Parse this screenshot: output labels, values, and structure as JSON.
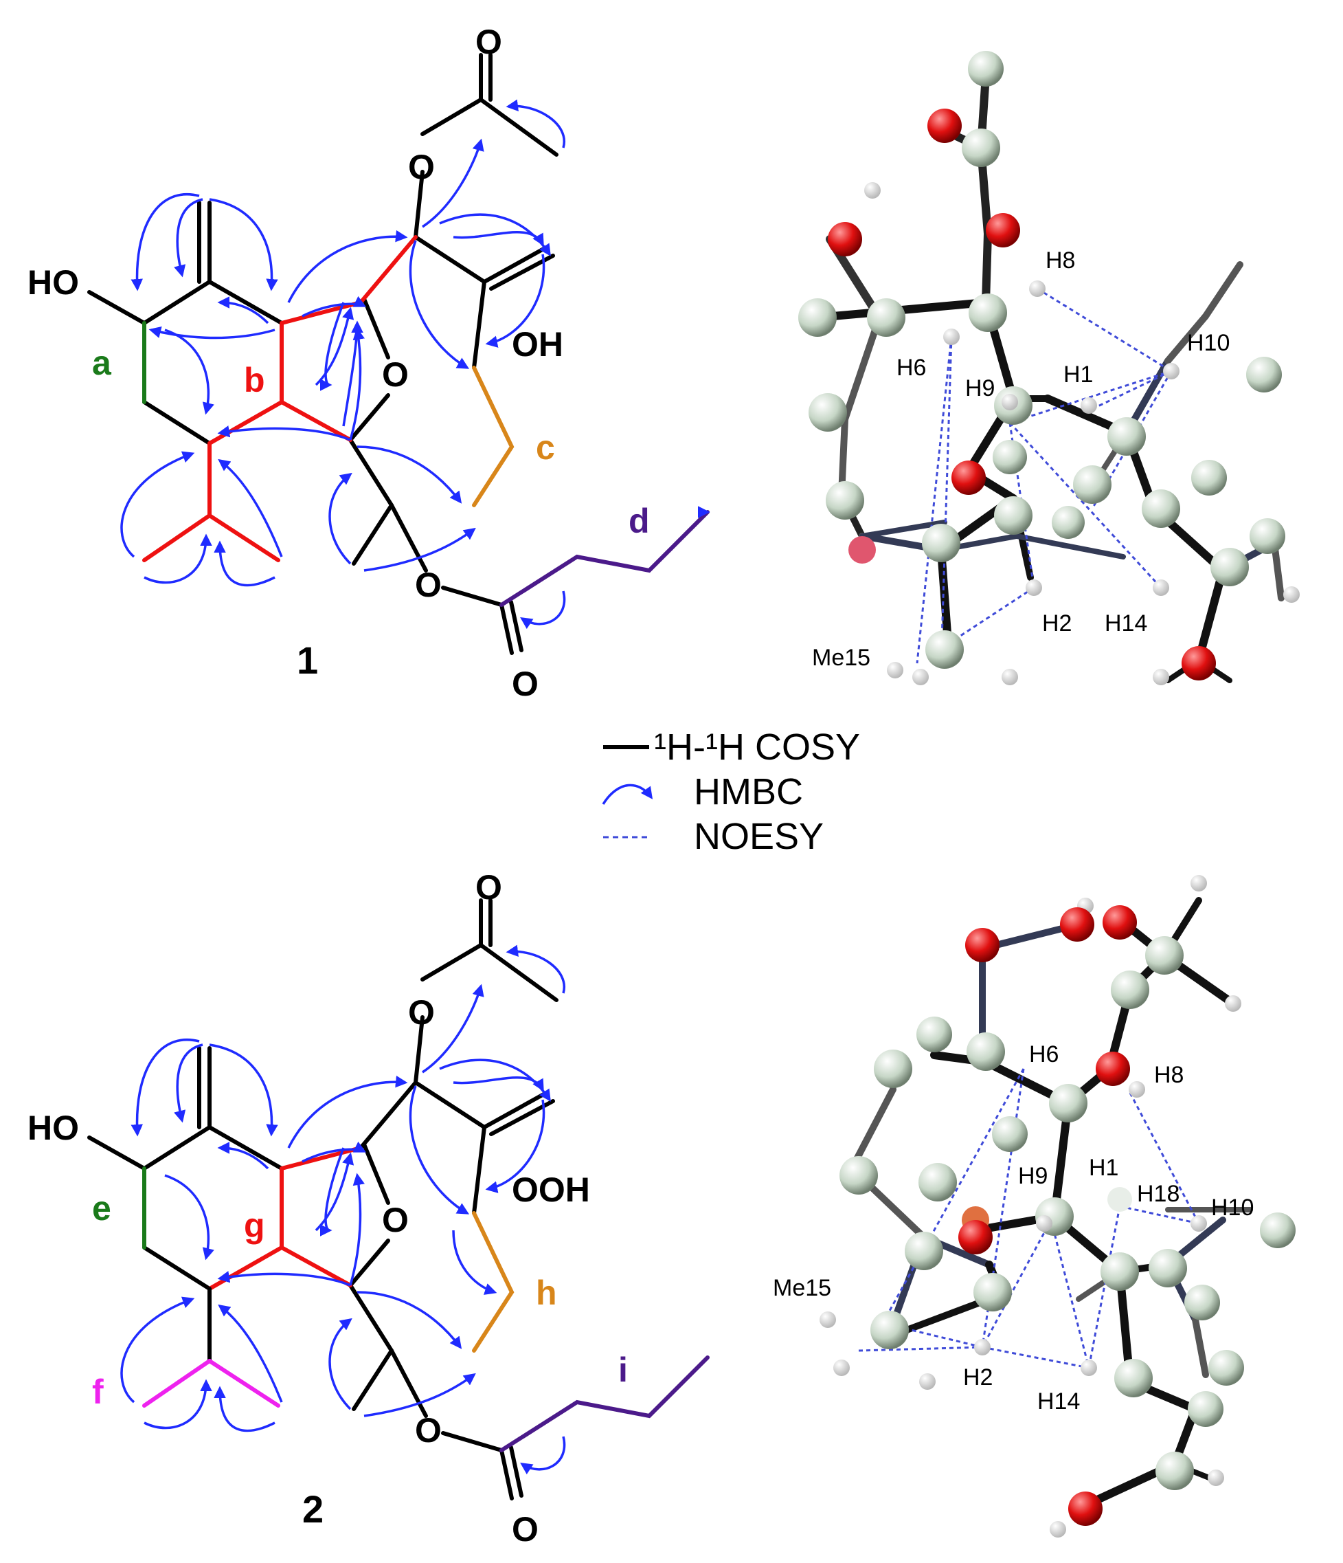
{
  "colors": {
    "bond": "#000000",
    "hmbc": "#1f2bff",
    "noesy": "#3f4bd8",
    "seg_a": "#1a7a1a",
    "seg_b": "#ee1111",
    "seg_c": "#d8861a",
    "seg_d": "#4b1a8a",
    "seg_f": "#ee22ee",
    "oxygen": "#d01010",
    "carbon": "#c8d8c8",
    "hydrogen": "#ffffff"
  },
  "compound1": {
    "number": "1",
    "labels": {
      "ho": "HO",
      "o_ring": "O",
      "oh": "OH",
      "o_ester": "O",
      "o_acetyl": "O",
      "o_carbonyl_top": "O",
      "o_carbonyl_bottom": "O"
    },
    "segments": {
      "a": "a",
      "b": "b",
      "c": "c",
      "d": "d"
    }
  },
  "compound2": {
    "number": "2",
    "labels": {
      "ho": "HO",
      "o_ring": "O",
      "ooh": "OOH",
      "o_ester": "O",
      "o_acetyl": "O",
      "o_carbonyl_top": "O",
      "o_carbonyl_bottom": "O"
    },
    "segments": {
      "e": "e",
      "f": "f",
      "g": "g",
      "h": "h",
      "i": "i"
    }
  },
  "model1": {
    "labels": {
      "h8": "H8",
      "h10": "H10",
      "h6": "H6",
      "h1": "H1",
      "h9": "H9",
      "h2": "H2",
      "h14": "H14",
      "me15": "Me15"
    }
  },
  "model2": {
    "labels": {
      "h6": "H6",
      "h8": "H8",
      "h1": "H1",
      "h9": "H9",
      "h18": "H18",
      "h10": "H10",
      "me15": "Me15",
      "h2": "H2",
      "h14": "H14"
    }
  },
  "legend": {
    "cosy": "¹H-¹H COSY",
    "hmbc": "HMBC",
    "noesy": "NOESY"
  }
}
